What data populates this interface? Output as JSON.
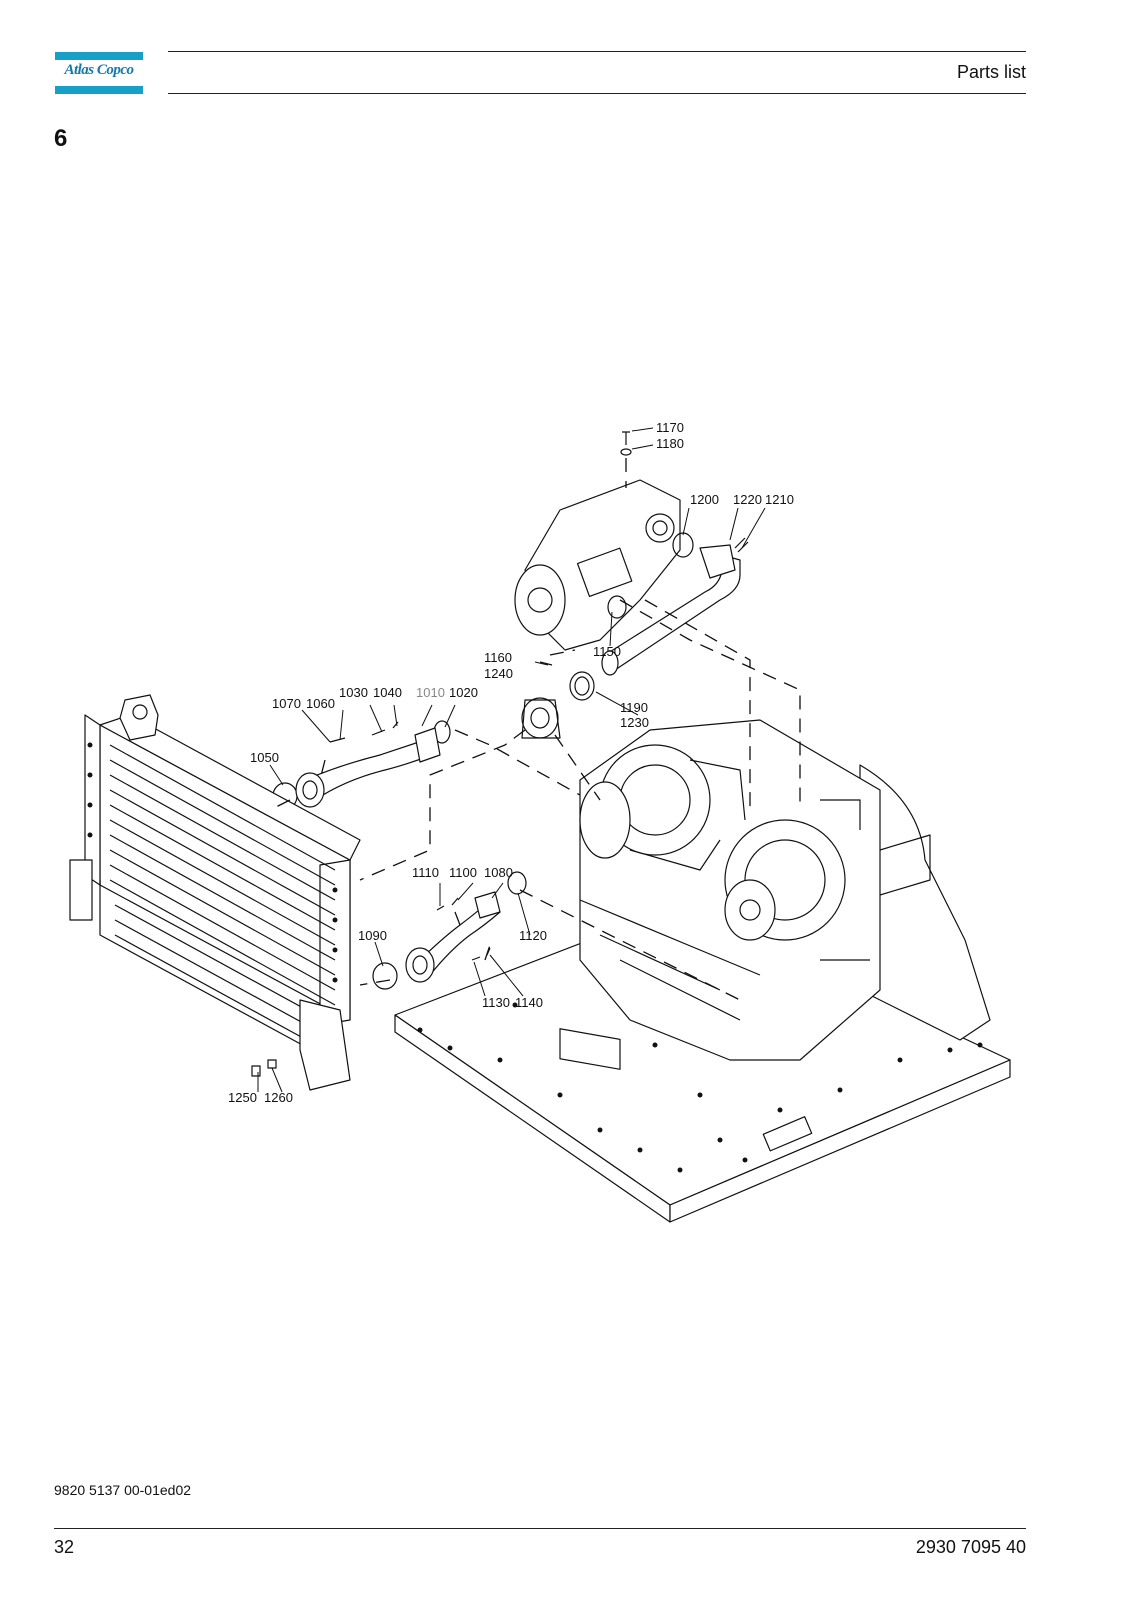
{
  "header": {
    "logo_text": "Atlas Copco",
    "title": "Parts list"
  },
  "section": {
    "number": "6"
  },
  "diagram": {
    "callouts": [
      {
        "id": "c1170",
        "label": "1170"
      },
      {
        "id": "c1180",
        "label": "1180"
      },
      {
        "id": "c1200",
        "label": "1200"
      },
      {
        "id": "c1220",
        "label": "1220"
      },
      {
        "id": "c1210",
        "label": "1210"
      },
      {
        "id": "c1150",
        "label": "1150"
      },
      {
        "id": "c1160",
        "label": "1160"
      },
      {
        "id": "c1240",
        "label": "1240"
      },
      {
        "id": "c1190",
        "label": "1190"
      },
      {
        "id": "c1230",
        "label": "1230"
      },
      {
        "id": "c1070",
        "label": "1070"
      },
      {
        "id": "c1060",
        "label": "1060"
      },
      {
        "id": "c1030",
        "label": "1030"
      },
      {
        "id": "c1040",
        "label": "1040"
      },
      {
        "id": "c1010",
        "label": "1010"
      },
      {
        "id": "c1020",
        "label": "1020"
      },
      {
        "id": "c1050",
        "label": "1050"
      },
      {
        "id": "c1110",
        "label": "1110"
      },
      {
        "id": "c1100",
        "label": "1100"
      },
      {
        "id": "c1080",
        "label": "1080"
      },
      {
        "id": "c1090",
        "label": "1090"
      },
      {
        "id": "c1120",
        "label": "1120"
      },
      {
        "id": "c1130",
        "label": "1130"
      },
      {
        "id": "c1140",
        "label": "1140"
      },
      {
        "id": "c1250",
        "label": "1250"
      },
      {
        "id": "c1260",
        "label": "1260"
      }
    ]
  },
  "footer": {
    "doc_code": "9820 5137 00-01ed02",
    "page_number": "32",
    "part_number": "2930 7095 40"
  }
}
